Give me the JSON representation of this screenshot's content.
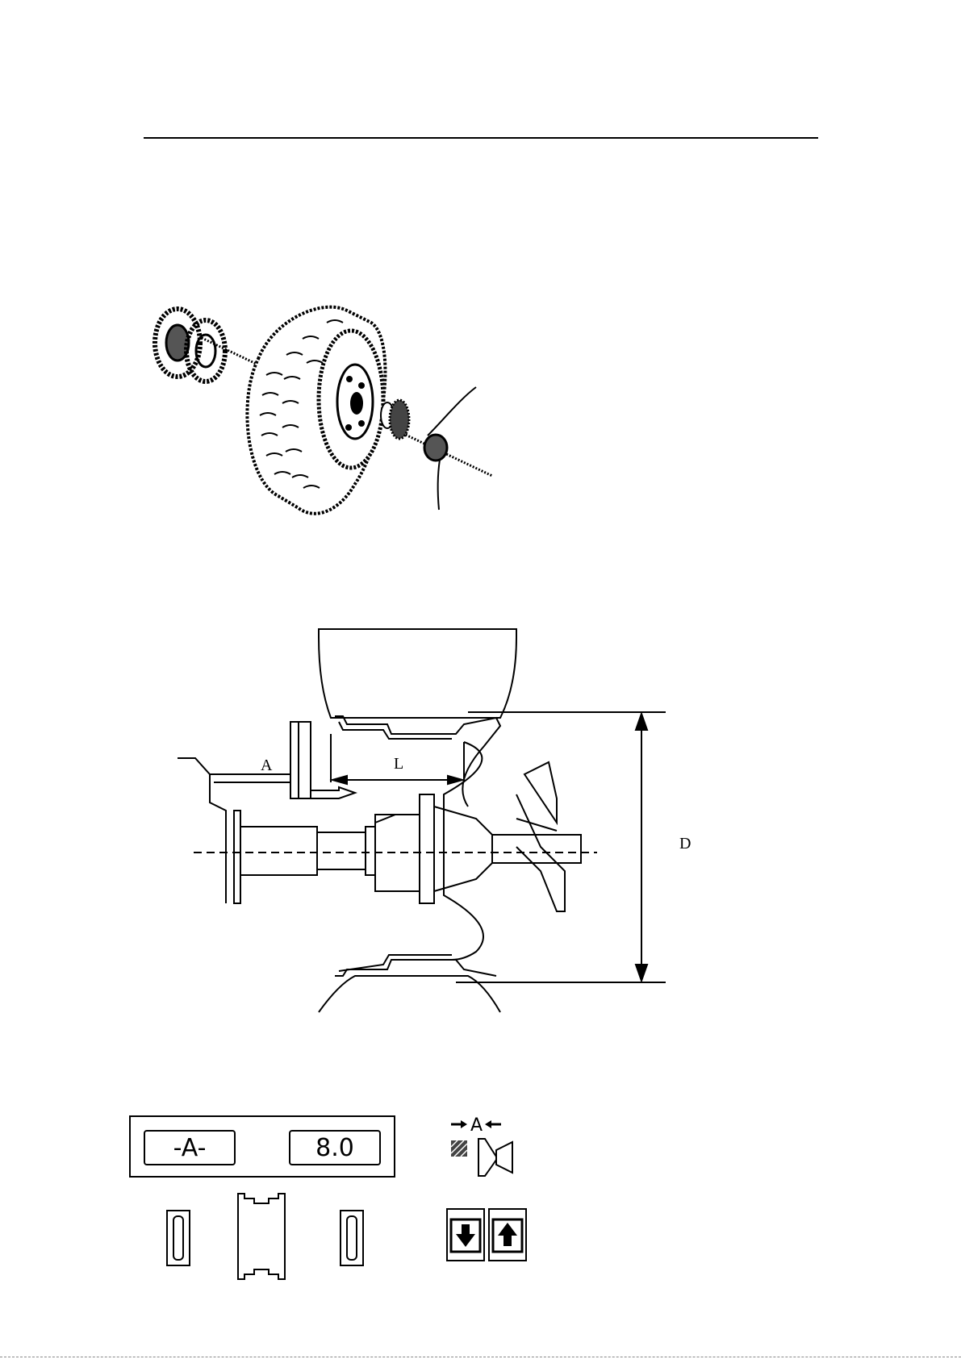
{
  "diagram": {
    "label_a": "A",
    "label_l": "L",
    "label_d": "D"
  },
  "panel": {
    "left_display": "-A-",
    "right_display": "8.0"
  },
  "icons": {
    "distance_icon_label": "A",
    "down_button": "arrow-down-icon",
    "up_button": "arrow-up-icon",
    "rim_icon": "rim-profile-icon",
    "led_left": "indicator-led-icon",
    "led_right": "indicator-led-icon",
    "wheel": "wheel-assembly-illustration",
    "section": "wheel-balancer-cross-section"
  }
}
